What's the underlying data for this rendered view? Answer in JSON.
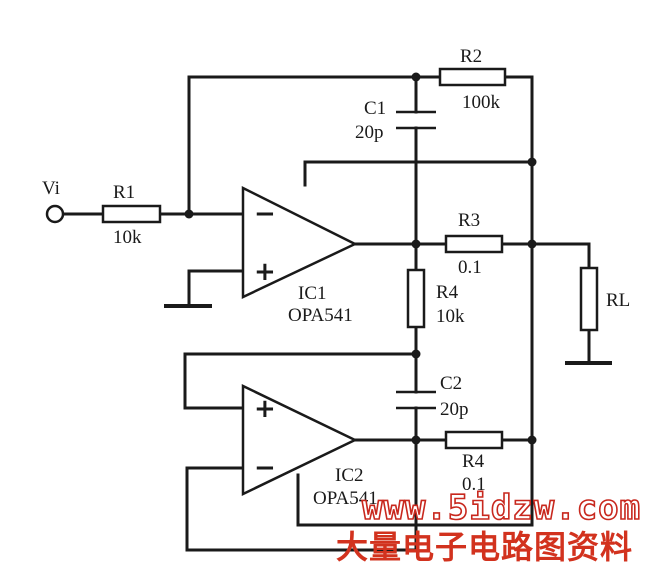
{
  "labels": {
    "vi": "Vi",
    "r1": "R1",
    "r1_val": "10k",
    "r2": "R2",
    "r2_val": "100k",
    "c1": "C1",
    "c1_val": "20p",
    "r3": "R3",
    "r3_val": "0.1",
    "r4a": "R4",
    "r4a_val": "10k",
    "r4b": "R4",
    "r4b_val": "0.1",
    "c2": "C2",
    "c2_val": "20p",
    "rl": "RL",
    "ic1": "IC1",
    "ic1_part": "OPA541",
    "ic2": "IC2",
    "ic2_part": "OPA541",
    "minus": "−",
    "plus": "+"
  },
  "watermark": {
    "url": "www.5idzw.com",
    "caption": "大量电子电路图资料"
  },
  "colors": {
    "ink": "#1a1a1a",
    "watermark_red": "#d2321e"
  }
}
